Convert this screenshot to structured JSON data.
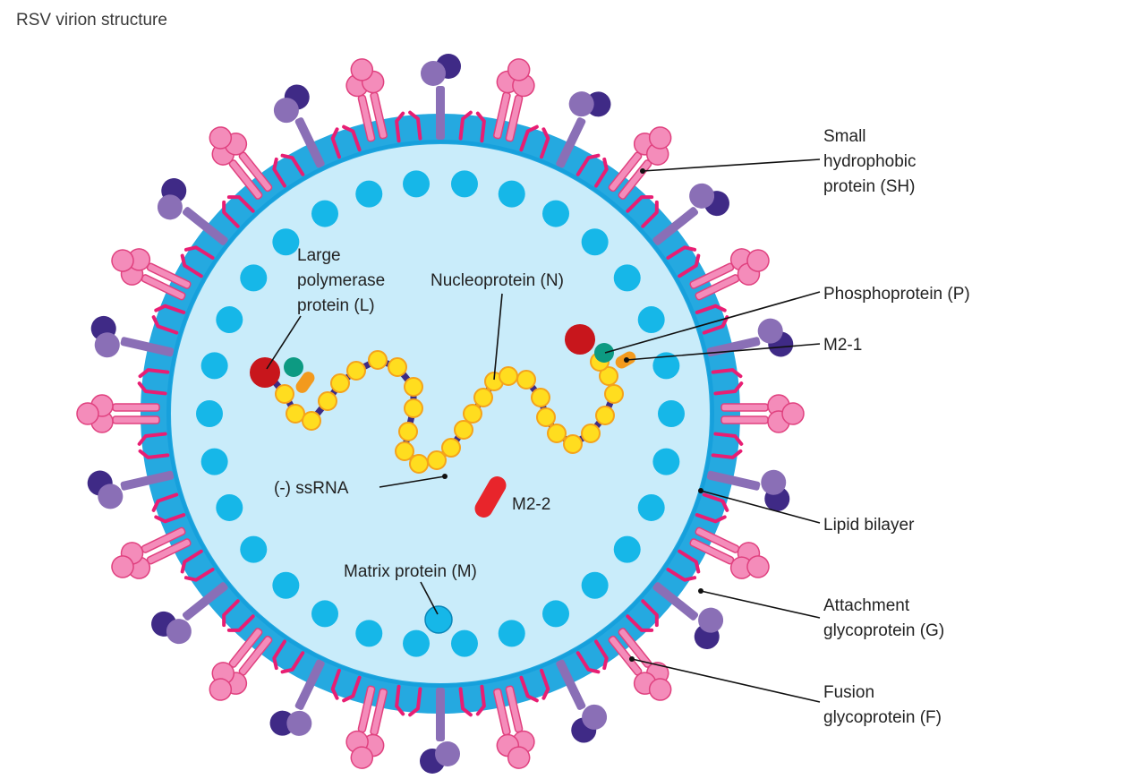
{
  "title": "RSV virion structure",
  "labels": {
    "sh": [
      "Small",
      "hydrophobic",
      "protein (SH)"
    ],
    "phospho": [
      "Phosphoprotein (P)"
    ],
    "m21": [
      "M2-1"
    ],
    "lipid": [
      "Lipid bilayer"
    ],
    "attach": [
      "Attachment",
      "glycoprotein (G)"
    ],
    "fusion": [
      "Fusion",
      "glycoprotein (F)"
    ],
    "large": [
      "Large",
      "polymerase",
      "protein (L)"
    ],
    "nucleo": [
      "Nucleoprotein (N)"
    ],
    "ssrna": [
      "(-) ssRNA"
    ],
    "m22": [
      "M2-2"
    ],
    "matrix": [
      "Matrix protein (M)"
    ]
  },
  "colors": {
    "membrane": "#25a9e0",
    "membrane_inner": "#16a0dc",
    "interior": "#c9ecfa",
    "matrix_protein": "#16b7e8",
    "g_protein": "#f48cba",
    "g_protein_dark": "#e0417f",
    "f_protein": "#8a6fb6",
    "f_protein_dark": "#3f2a86",
    "sh_protein": "#e81e73",
    "nucleoprotein": "#ffdd1f",
    "nucleoprotein_edge": "#f5a31b",
    "rna": "#3d2a84",
    "l_protein": "#c8161c",
    "p_protein": "#0d9a82",
    "m21_protein": "#f39a1e",
    "m22_protein": "#e8252b"
  }
}
